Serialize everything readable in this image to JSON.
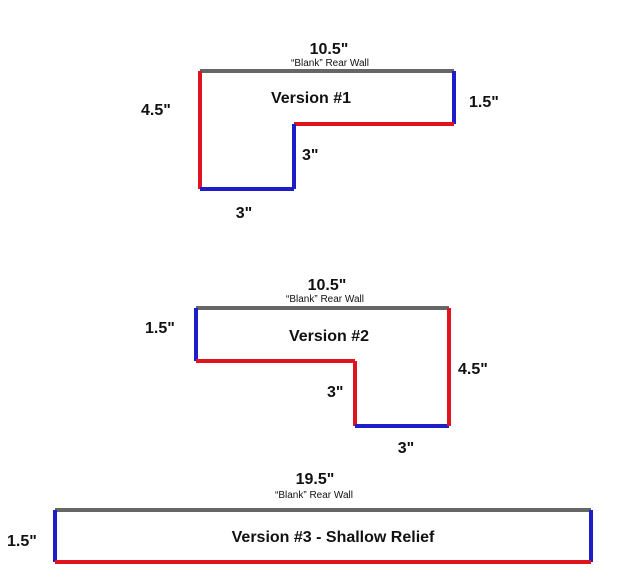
{
  "colors": {
    "rear_wall": "#666666",
    "red_edge": "#e0141e",
    "blue_edge": "#1e1ec8"
  },
  "versions": [
    {
      "title": "Version #1",
      "rear_wall_label": "“Blank” Rear Wall",
      "top_dim": "10.5\"",
      "left_dim": "4.5\"",
      "right_dim": "1.5\"",
      "step_dim": "3\"",
      "bottom_dim": "3\""
    },
    {
      "title": "Version #2",
      "rear_wall_label": "“Blank” Rear Wall",
      "top_dim": "10.5\"",
      "left_dim": "1.5\"",
      "right_dim": "4.5\"",
      "step_dim": "3\"",
      "bottom_dim": "3\""
    },
    {
      "title": "Version #3 - Shallow Relief",
      "rear_wall_label": "“Blank” Rear Wall",
      "top_dim": "19.5\"",
      "left_dim": "1.5\""
    }
  ]
}
